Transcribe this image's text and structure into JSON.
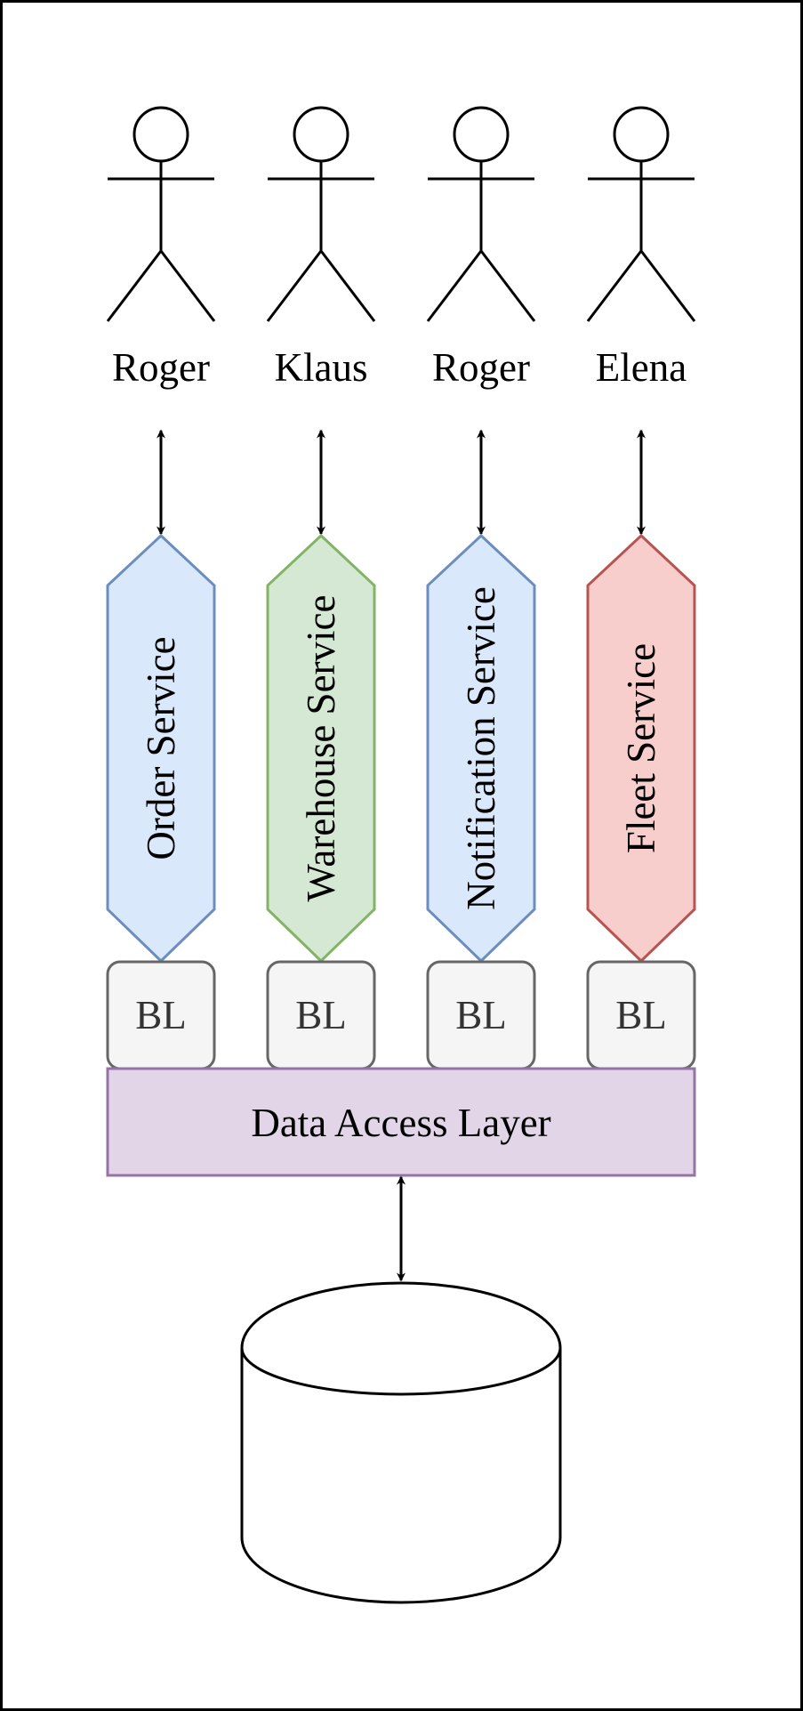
{
  "actors": [
    {
      "name": "Roger"
    },
    {
      "name": "Klaus"
    },
    {
      "name": "Roger"
    },
    {
      "name": "Elena"
    }
  ],
  "services": [
    {
      "label": "Order Service",
      "fill": "#dae8fc",
      "stroke": "#6c8ebf"
    },
    {
      "label": "Warehouse Service",
      "fill": "#d5e8d4",
      "stroke": "#82b366"
    },
    {
      "label": "Notification Service",
      "fill": "#dae8fc",
      "stroke": "#6c8ebf"
    },
    {
      "label": "Fleet Service",
      "fill": "#f8cecc",
      "stroke": "#b85450"
    }
  ],
  "business_logic": {
    "label": "BL",
    "fill": "#f5f5f5",
    "stroke": "#666666"
  },
  "data_access_layer": {
    "label": "Data Access Layer",
    "fill": "#e1d5e7",
    "stroke": "#9673a6"
  },
  "database": {
    "fill": "#ffffff",
    "stroke": "#000000"
  }
}
